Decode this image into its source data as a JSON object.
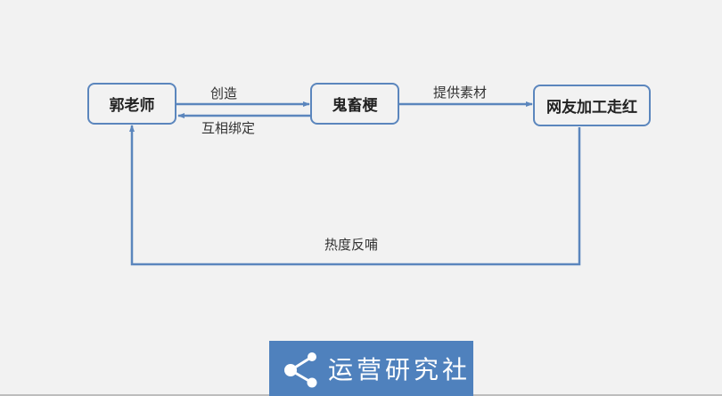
{
  "diagram": {
    "nodes": [
      {
        "id": "teacher",
        "label": "郭老师"
      },
      {
        "id": "meme",
        "label": "鬼畜梗"
      },
      {
        "id": "viral",
        "label": "网友加工走红"
      }
    ],
    "edges": [
      {
        "from": "teacher",
        "to": "meme",
        "label": "创造"
      },
      {
        "from": "meme",
        "to": "teacher",
        "label": "互相绑定"
      },
      {
        "from": "meme",
        "to": "viral",
        "label": "提供素材"
      },
      {
        "from": "viral",
        "to": "teacher",
        "label": "热度反哺"
      }
    ]
  },
  "banner": {
    "icon": "share-icon",
    "text": "运营研究社"
  },
  "colors": {
    "accent": "#4f81bd",
    "line": "#5b86bd",
    "background": "#f2f2f2"
  }
}
